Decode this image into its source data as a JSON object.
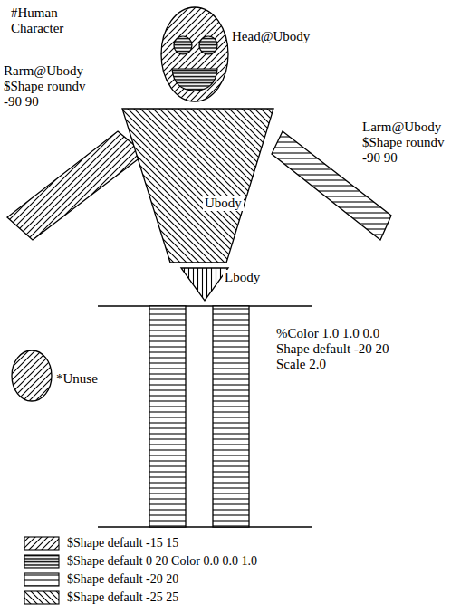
{
  "diagram": {
    "title": "#Human Character",
    "nodes": [
      {
        "text": [
          "Head@Ubody"
        ]
      },
      {
        "text": [
          "Rarm@Ubody $Shape roundv -90 90"
        ]
      },
      {
        "text": [
          "Larm@Ubody $Shape roundv -90 90"
        ]
      },
      {
        "text": [
          "Ubody"
        ]
      },
      {
        "text": [
          "Lbody"
        ]
      },
      {
        "text": [
          "*Unuse"
        ]
      },
      {
        "text": [
          "%Color 1.0 1.0 0.0 Shape default -20 20 Scale 2.0"
        ]
      }
    ],
    "legend": [
      {
        "text": "$Shape default -15 15"
      },
      {
        "text": "$Shape default 0 20 Color 0.0 0.0 1.0"
      },
      {
        "text": "$Shape default -20 20"
      },
      {
        "text": "$Shape default -25 25"
      }
    ]
  }
}
